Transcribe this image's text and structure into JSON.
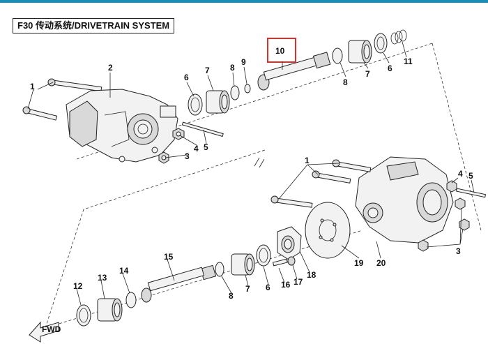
{
  "title": "F30 传动系统/DRIVETRAIN SYSTEM",
  "fwd_label": "FWD",
  "highlight_label": "10",
  "part_labels": [
    "1",
    "2",
    "3",
    "4",
    "5",
    "6",
    "7",
    "8",
    "9",
    "10",
    "11",
    "12",
    "13",
    "14",
    "15",
    "16",
    "17",
    "18",
    "19",
    "20"
  ],
  "highlight_color": "#d9302b",
  "accent_color": "#1a8fb5"
}
